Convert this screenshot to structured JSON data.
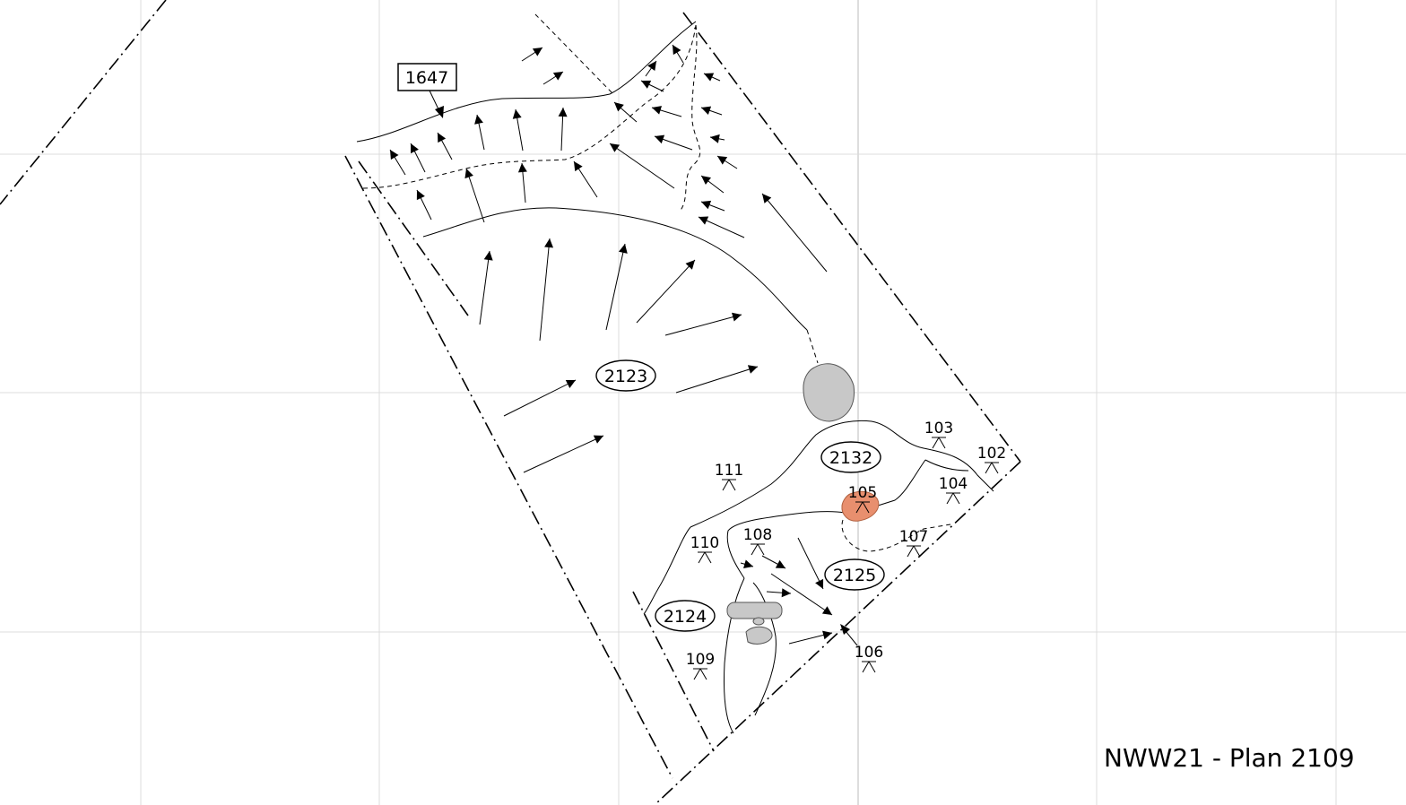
{
  "title": "NWW21 - Plan 2109",
  "feature_label": "1647",
  "contexts": [
    "2123",
    "2132",
    "2125",
    "2124"
  ],
  "levels": [
    "103",
    "102",
    "104",
    "105",
    "111",
    "107",
    "108",
    "110",
    "106",
    "109"
  ],
  "colors": {
    "stone": "#c8c8c8",
    "highlight": "#e88f6e",
    "grid": "#dcdcdc"
  }
}
